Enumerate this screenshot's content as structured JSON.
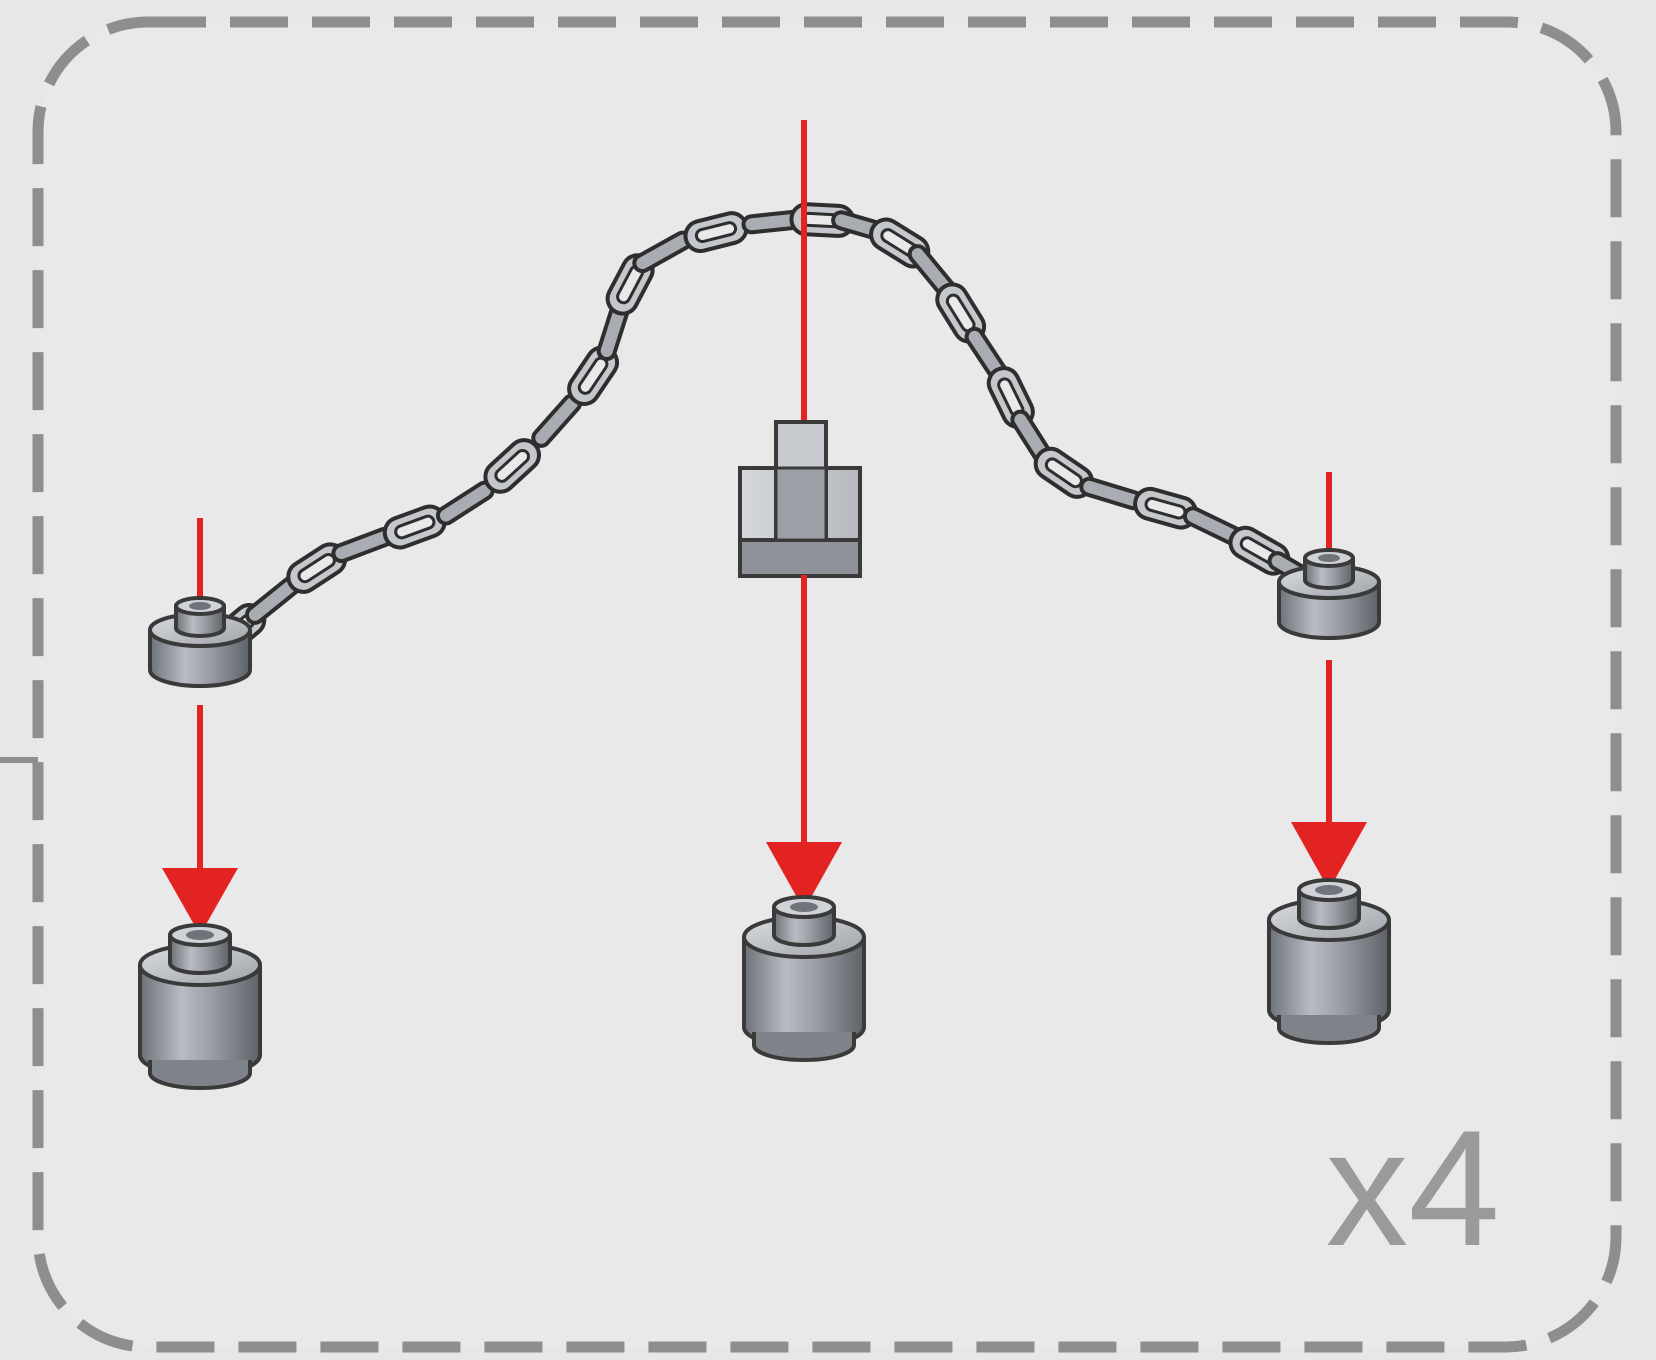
{
  "callout": {
    "multiplier_label": "x4"
  },
  "colors": {
    "background": "#e7e7e7",
    "frame_dash": "#8e8e8e",
    "arrow": "#e32222",
    "part_fill": "#9a9ea4",
    "part_outline": "#3a3a3a",
    "chain_link": "#c4c7cc",
    "multiplier_text": "#9a9a9a"
  },
  "parts": {
    "chain": {
      "icon": "chain-icon",
      "link_count": 28
    },
    "round_plates_on_chain": {
      "icon": "round-plate-1x1-icon",
      "count": 2
    },
    "clip_on_chain": {
      "icon": "clip-plate-icon",
      "count": 1
    },
    "round_bricks": {
      "icon": "round-brick-1x1-icon",
      "count": 3
    },
    "arrows": {
      "icon": "down-arrow-icon",
      "count": 3
    }
  }
}
